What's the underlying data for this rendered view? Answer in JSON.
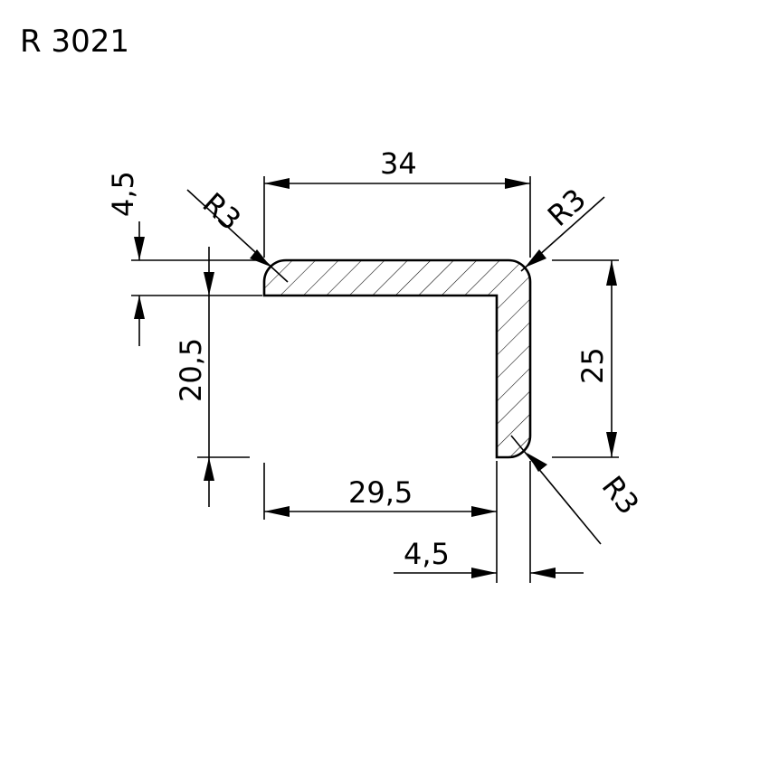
{
  "title": "R 3021",
  "dimensions": {
    "top_width": "34",
    "flange_thickness_top": "4,5",
    "inner_height": "20,5",
    "right_height": "25",
    "inner_width": "29,5",
    "web_thickness_bottom": "4,5",
    "radius_top_left": "R3",
    "radius_top_right": "R3",
    "radius_bottom_right": "R3"
  }
}
